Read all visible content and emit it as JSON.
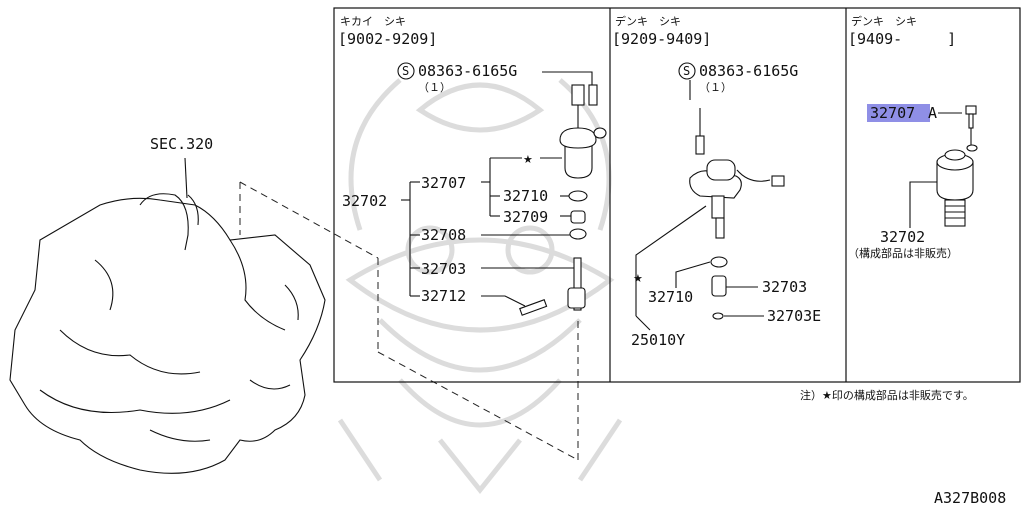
{
  "sec_ref": "SEC.320",
  "panels": [
    {
      "title": "キカイ　シキ",
      "range": "[9002-9209]",
      "screw_label": "08363-6165G",
      "screw_qty": "（１）",
      "parts": {
        "p32702": "32702",
        "p32707": "32707",
        "p32710": "32710",
        "p32709": "32709",
        "p32708": "32708",
        "p32703": "32703",
        "p32712": "32712"
      }
    },
    {
      "title": "デンキ　シキ",
      "range": "[9209-9409]",
      "screw_label": "08363-6165G",
      "screw_qty": "（１）",
      "parts": {
        "p32710": "32710",
        "p32703": "32703",
        "p32703e": "32703E",
        "p25010y": "25010Y"
      }
    },
    {
      "title": "デンキ　シキ",
      "range": "[9409-　　　]",
      "highlight_part": "32707",
      "highlight_suffix": "A",
      "part_32702": "32702",
      "part_note": "（構成部品は非販売）",
      "highlight_color": "#8f8fe6"
    }
  ],
  "star_symbol": "★",
  "screw_symbol": "S",
  "footnote": "注）★印の構成部品は非販売です。",
  "diagram_id": "A327B008"
}
